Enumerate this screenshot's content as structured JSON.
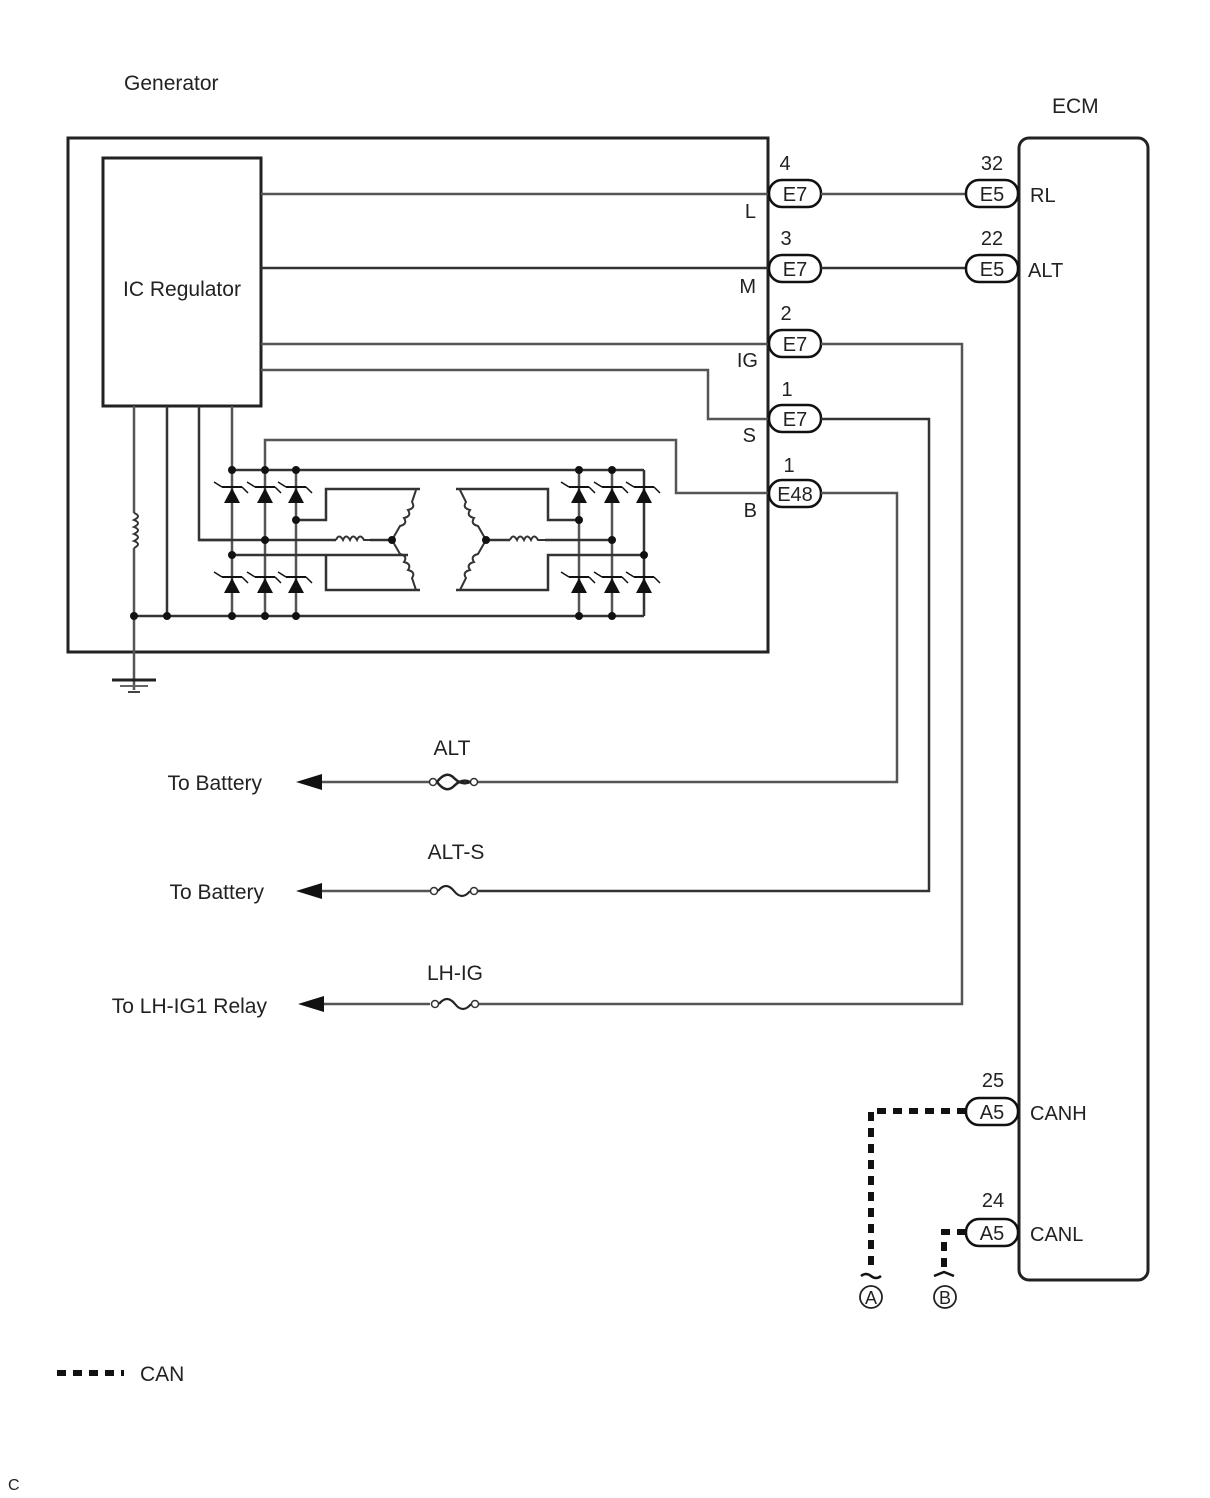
{
  "generator": {
    "title": "Generator",
    "regulator_label": "IC Regulator",
    "terminals": [
      {
        "name": "L",
        "pin": "4",
        "connector": "E7"
      },
      {
        "name": "M",
        "pin": "3",
        "connector": "E7"
      },
      {
        "name": "IG",
        "pin": "2",
        "connector": "E7"
      },
      {
        "name": "S",
        "pin": "1",
        "connector": "E7"
      },
      {
        "name": "B",
        "pin": "1",
        "connector": "E48"
      }
    ]
  },
  "ecm": {
    "title": "ECM",
    "terminals": [
      {
        "name": "RL",
        "pin": "32",
        "connector": "E5"
      },
      {
        "name": "ALT",
        "pin": "22",
        "connector": "E5"
      },
      {
        "name": "CANH",
        "pin": "25",
        "connector": "A5"
      },
      {
        "name": "CANL",
        "pin": "24",
        "connector": "A5"
      }
    ]
  },
  "fuses": [
    {
      "name": "ALT",
      "destination": "To Battery",
      "type": "fusible-link"
    },
    {
      "name": "ALT-S",
      "destination": "To Battery",
      "type": "fuse"
    },
    {
      "name": "LH-IG",
      "destination": "To LH-IG1 Relay",
      "type": "fuse"
    }
  ],
  "can_refs": [
    "A",
    "B"
  ],
  "legend": {
    "can_label": "CAN"
  },
  "footer_code": "C"
}
